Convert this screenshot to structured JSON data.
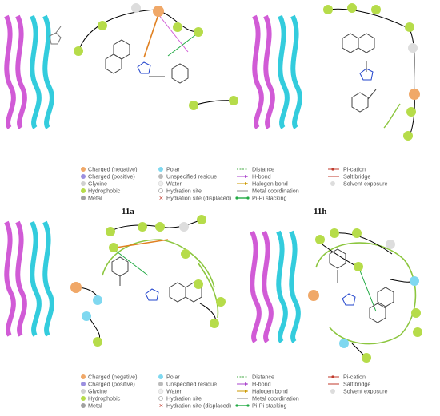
{
  "panels": [
    {
      "id": "11a",
      "label": "11a"
    },
    {
      "id": "11h",
      "label": "11h"
    },
    {
      "id": "bottom-left",
      "label": ""
    },
    {
      "id": "bottom-right",
      "label": ""
    }
  ],
  "legend": {
    "col1": [
      "Charged (negative)",
      "Charged (positive)",
      "Glycine",
      "Hydrophobic",
      "Metal"
    ],
    "col2": [
      "Polar",
      "Unspecified residue",
      "Water",
      "Hydration site",
      "Hydration site (displaced)"
    ],
    "col3": [
      "Distance",
      "H-bond",
      "Halogen bond",
      "Metal coordination",
      "Pi-Pi stacking"
    ],
    "col4": [
      "Pi-cation",
      "Salt bridge",
      "Solvent exposure"
    ]
  },
  "colors": {
    "negative": "#f0a868",
    "positive": "#9b8fe0",
    "glycine": "#d0d0d0",
    "hydrophobic": "#b6dc4a",
    "metal": "#a0a0a0",
    "polar": "#7fd8f0",
    "helix_magenta": "#d15bd6",
    "helix_cyan": "#33ccdd",
    "pocket": "#8cc63f"
  }
}
